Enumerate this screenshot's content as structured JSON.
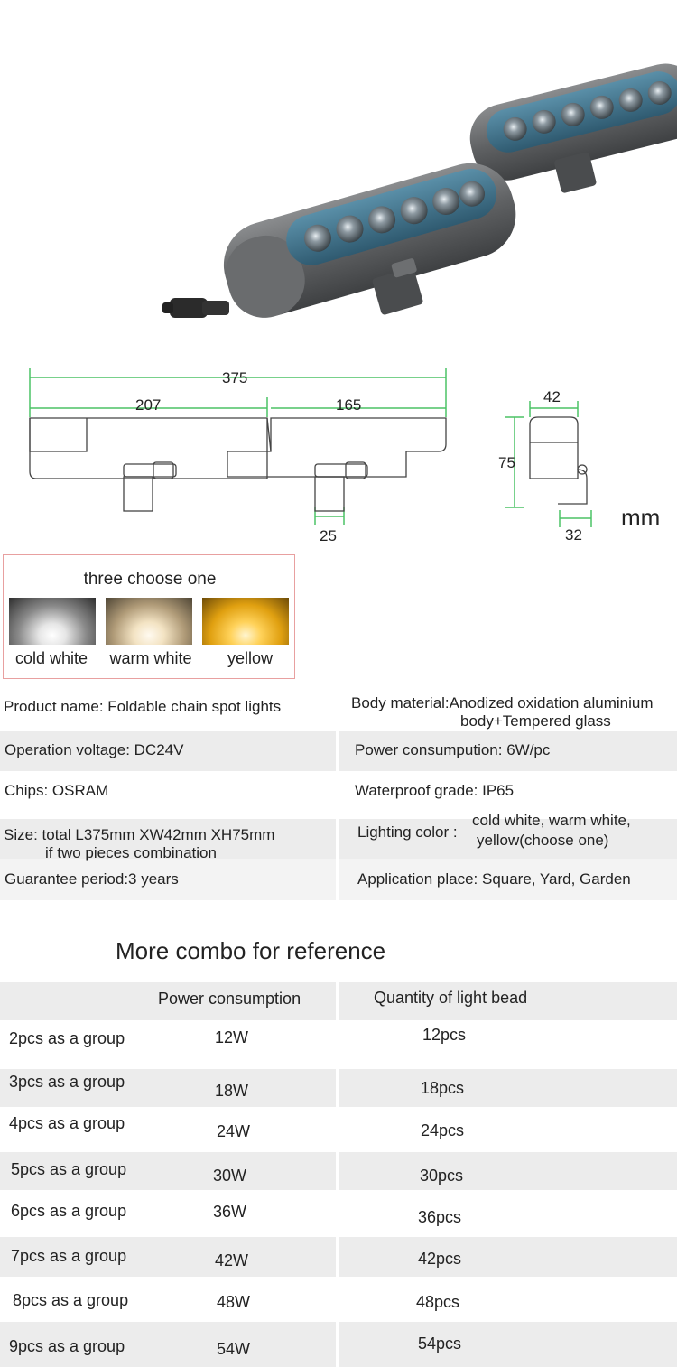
{
  "dimensions": {
    "total_length": "375",
    "left_section": "207",
    "right_section": "165",
    "bracket_width": "25",
    "width": "42",
    "height": "75",
    "side_bracket": "32",
    "unit": "mm"
  },
  "color_options": {
    "title": "three choose one",
    "options": [
      {
        "label": "cold white",
        "color": "#d9d9d9"
      },
      {
        "label": "warm white",
        "color": "#e9d6b0"
      },
      {
        "label": "yellow",
        "color": "#f5b320"
      }
    ]
  },
  "specs": {
    "product_name": "Product name: Foldable chain spot lights",
    "body_material_line1": "Body material:Anodized oxidation aluminium",
    "body_material_line2": "body+Tempered glass",
    "voltage": "Operation voltage: DC24V",
    "power": "Power consumpution: 6W/pc",
    "chips": "Chips: OSRAM",
    "waterproof": "Waterproof grade: IP65",
    "size_line1": "Size: total L375mm XW42mm XH75mm",
    "size_line2": "if two pieces combination",
    "lighting_label": "Lighting color :",
    "lighting_line1": "cold white, warm white,",
    "lighting_line2": "yellow(choose one)",
    "guarantee": "Guarantee period:3 years",
    "application": "Application place: Square, Yard, Garden"
  },
  "combo": {
    "heading": "More combo for reference",
    "col_power": "Power consumption",
    "col_quantity": "Quantity of light bead",
    "rows": [
      {
        "group": "2pcs as a group",
        "power": "12W",
        "quantity": "12pcs"
      },
      {
        "group": "3pcs as a group",
        "power": "18W",
        "quantity": "18pcs"
      },
      {
        "group": "4pcs as a group",
        "power": "24W",
        "quantity": "24pcs"
      },
      {
        "group": "5pcs as a group",
        "power": "30W",
        "quantity": "30pcs"
      },
      {
        "group": "6pcs as a group",
        "power": "36W",
        "quantity": "36pcs"
      },
      {
        "group": "7pcs as a group",
        "power": "42W",
        "quantity": "42pcs"
      },
      {
        "group": "8pcs as a group",
        "power": "48W",
        "quantity": "48pcs"
      },
      {
        "group": "9pcs as a group",
        "power": "54W",
        "quantity": "54pcs"
      }
    ]
  },
  "colors": {
    "housing": "#5f6163",
    "lens_ring": "#3d6e86",
    "dimension_line": "#4bc265",
    "band": "#ececec",
    "box_border": "#e8a0a0"
  }
}
